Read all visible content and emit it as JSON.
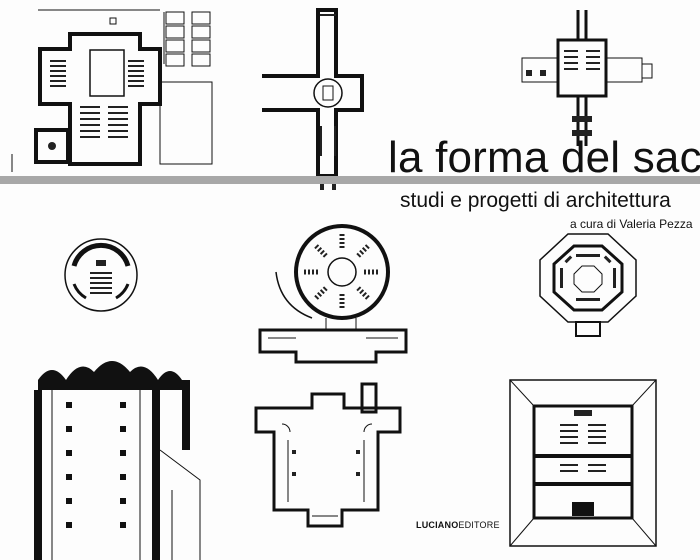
{
  "cover": {
    "title": "la forma del sacro",
    "subtitle": "studi e progetti di architettura",
    "editor_line": "a cura di Valeria Pezza",
    "publisher_strong": "LUCIANO",
    "publisher_light": "EDITORE"
  },
  "colors": {
    "band": "#a8a8a8",
    "ink": "#111111",
    "background": "#fdfdfd"
  }
}
